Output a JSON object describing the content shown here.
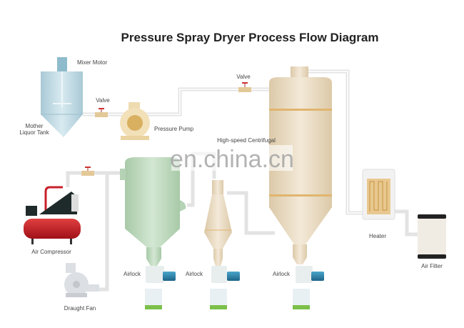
{
  "title": "Pressure Spray Dryer Process Flow Diagram",
  "watermark": "en.china.cn",
  "labels": {
    "mixer_motor": "Mixer Motor",
    "mother_liquor_tank_line1": "Mother",
    "mother_liquor_tank_line2": "Liquor Tank",
    "valve_1": "Valve",
    "valve_2": "Valve",
    "pressure_pump": "Pressure Pump",
    "high_speed_centrifugal": "High-speed Centrifugal",
    "air_compressor": "Air Compressor",
    "draught_fan": "Draught Fan",
    "airlock_1": "Airlock",
    "airlock_2": "Airlock",
    "airlock_3": "Airlock",
    "heater": "Heater",
    "air_filter": "Air Filter"
  },
  "colors": {
    "tank": "#c6dde6",
    "green_cyclone": "#bcd6bc",
    "beige": "#eadcc4",
    "band": "#e0b56e",
    "red": "#c8202a",
    "blue": "#2a7fa8",
    "green_fill": "#7cc04a"
  }
}
